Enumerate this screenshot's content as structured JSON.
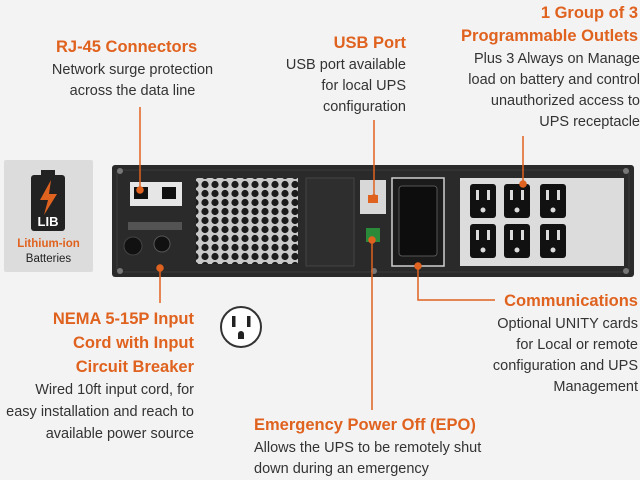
{
  "callouts": {
    "rj45": {
      "title": "RJ-45 Connectors",
      "desc": [
        "Network surge protection",
        "across the data line"
      ]
    },
    "usb": {
      "title": "USB Port",
      "desc": [
        "USB port available",
        "for local UPS",
        "configuration"
      ]
    },
    "outlets": {
      "title": [
        "1 Group of 3",
        "Programmable Outlets"
      ],
      "desc": [
        "Plus 3 Always on Manage",
        "load on battery and control",
        "unauthorized access to",
        "UPS receptacle"
      ]
    },
    "nema": {
      "title": [
        "NEMA 5-15P Input",
        "Cord with Input",
        "Circuit Breaker"
      ],
      "desc": [
        "Wired 10ft input cord, for",
        "easy installation and reach to",
        "available power source"
      ]
    },
    "epo": {
      "title": "Emergency Power Off (EPO)",
      "desc": [
        "Allows the UPS to be remotely shut",
        "down during an emergency"
      ]
    },
    "comms": {
      "title": "Communications",
      "desc": [
        "Optional UNITY cards",
        "for Local or remote",
        "configuration and UPS",
        "Management"
      ]
    }
  },
  "badge": {
    "icon_text": "LIB",
    "label": "Lithium-ion",
    "sublabel": "Batteries"
  },
  "colors": {
    "accent": "#e0621f",
    "panel": "#2a2a2a",
    "background": "#f3f3f3"
  }
}
